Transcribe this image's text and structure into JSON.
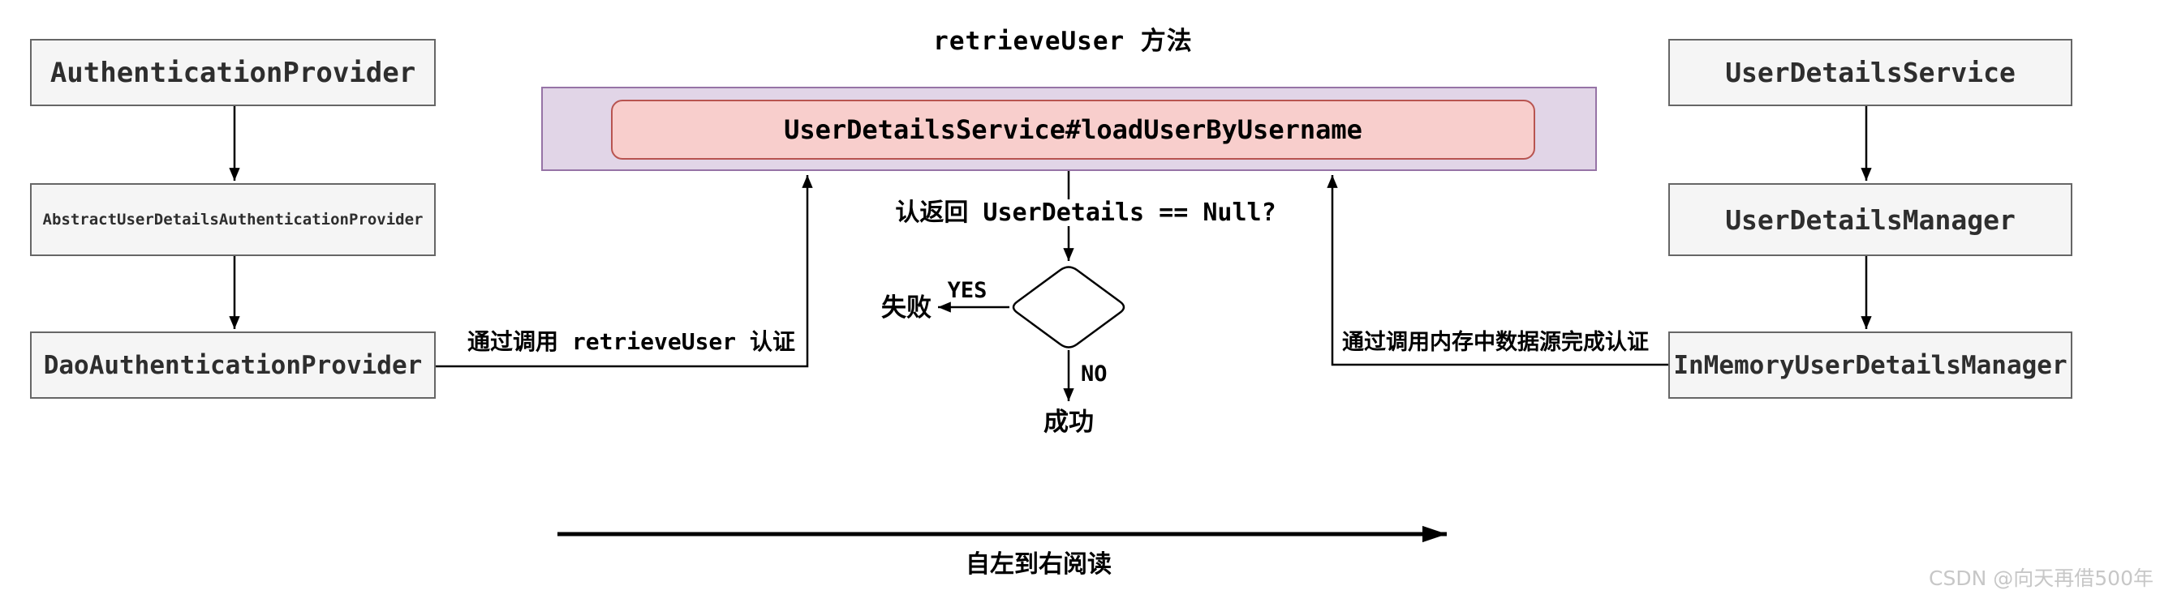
{
  "diagram": {
    "title": "retrieveUser 方法",
    "left_column": {
      "boxes": [
        {
          "label": "AuthenticationProvider"
        },
        {
          "label": "AbstractUserDetailsAuthenticationProvider"
        },
        {
          "label": "DaoAuthenticationProvider"
        }
      ]
    },
    "right_column": {
      "boxes": [
        {
          "label": "UserDetailsService"
        },
        {
          "label": "UserDetailsManager"
        },
        {
          "label": "InMemoryUserDetailsManager"
        }
      ]
    },
    "center": {
      "method_box_label": "UserDetailsService#loadUserByUsername",
      "question_label": "认返回 UserDetails == Null?",
      "yes_label": "YES",
      "no_label": "NO",
      "fail_label": "失败",
      "success_label": "成功"
    },
    "connector_labels": {
      "left": "通过调用 retrieveUser 认证",
      "right": "通过调用内存中数据源完成认证"
    },
    "footer": {
      "reading_direction_label": "自左到右阅读"
    },
    "watermark": "CSDN @向天再借500年",
    "colors": {
      "class_box_fill": "#f5f5f5",
      "class_box_border": "#666666",
      "method_outer_fill": "#e1d5e7",
      "method_outer_border": "#9673a6",
      "method_inner_fill": "#f8cecc",
      "method_inner_border": "#b85450",
      "line": "#000000",
      "watermark_text": "#c7c7c7"
    }
  }
}
